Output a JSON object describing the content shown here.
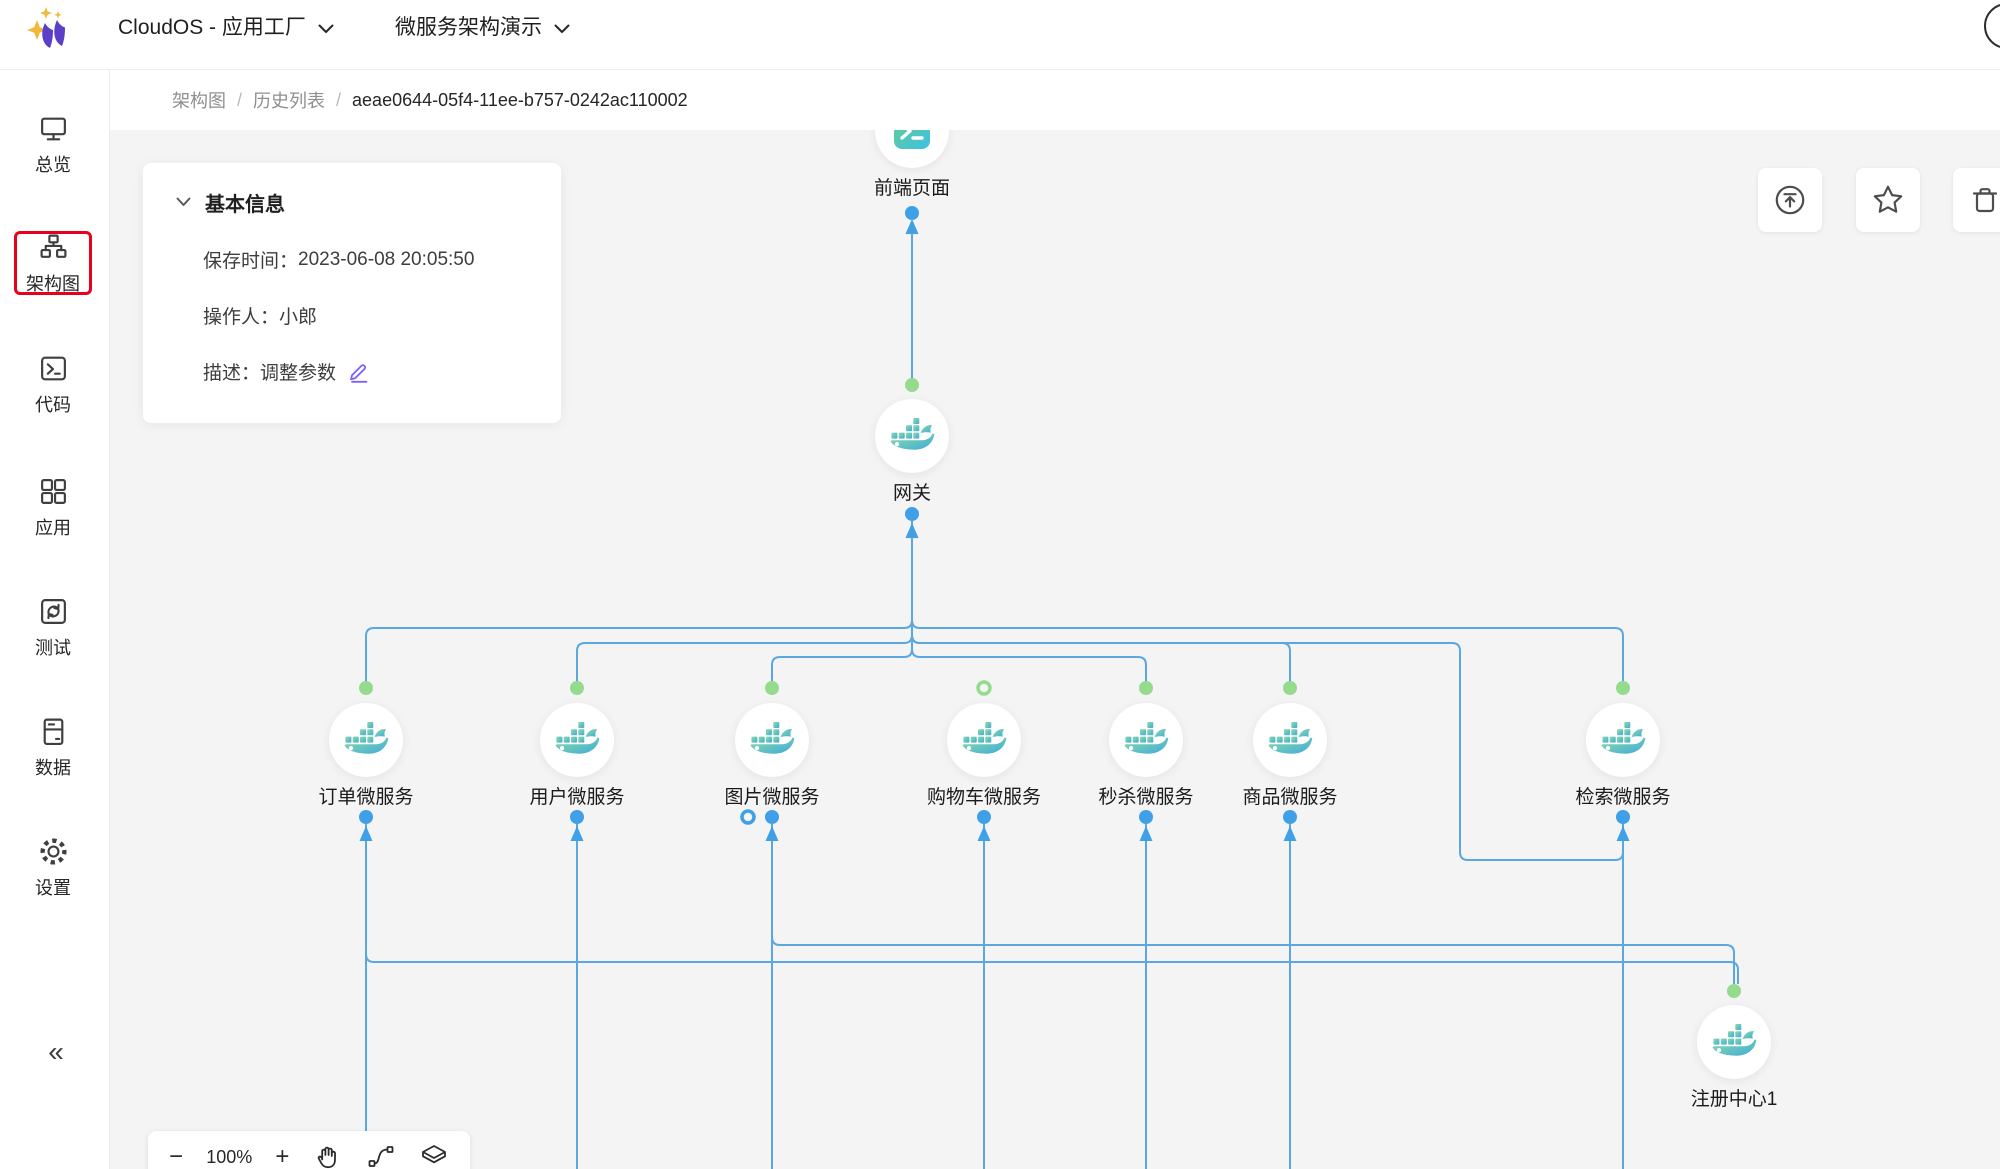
{
  "header": {
    "product_title": "CloudOS - 应用工厂",
    "workspace_title": "微服务架构演示",
    "logo_icon": "sparkle-logo"
  },
  "breadcrumb": [
    "架构图",
    "历史列表",
    "aeae0644-05f4-11ee-b757-0242ac110002"
  ],
  "sidebar": {
    "items": [
      {
        "id": "overview",
        "label": "总览",
        "icon": "monitor-icon",
        "active": false
      },
      {
        "id": "architecture",
        "label": "架构图",
        "icon": "org-chart-icon",
        "active": true
      },
      {
        "id": "code",
        "label": "代码",
        "icon": "terminal-icon",
        "active": false
      },
      {
        "id": "apps",
        "label": "应用",
        "icon": "grid-icon",
        "active": false
      },
      {
        "id": "test",
        "label": "测试",
        "icon": "refresh-icon",
        "active": false
      },
      {
        "id": "data",
        "label": "数据",
        "icon": "database-icon",
        "active": false
      },
      {
        "id": "settings",
        "label": "设置",
        "icon": "gear-icon",
        "active": false
      }
    ],
    "collapse_label": "«"
  },
  "info_card": {
    "title": "基本信息",
    "rows": [
      {
        "label": "保存时间：",
        "value": "2023-06-08 20:05:50",
        "editable": false
      },
      {
        "label": "操作人：",
        "value": "小郎",
        "editable": false
      },
      {
        "label": "描述：",
        "value": "调整参数",
        "editable": true
      }
    ]
  },
  "canvas_actions": [
    {
      "id": "publish",
      "icon": "upload-icon"
    },
    {
      "id": "favorite",
      "icon": "star-icon"
    },
    {
      "id": "delete",
      "icon": "trash-icon"
    }
  ],
  "diagram": {
    "nodes": [
      {
        "id": "frontend",
        "label": "前端页面",
        "icon": "terminal-app-icon"
      },
      {
        "id": "gateway",
        "label": "网关",
        "icon": "docker-icon"
      },
      {
        "id": "order",
        "label": "订单微服务",
        "icon": "docker-icon"
      },
      {
        "id": "user",
        "label": "用户微服务",
        "icon": "docker-icon"
      },
      {
        "id": "image",
        "label": "图片微服务",
        "icon": "docker-icon"
      },
      {
        "id": "cart",
        "label": "购物车微服务",
        "icon": "docker-icon"
      },
      {
        "id": "seckill",
        "label": "秒杀微服务",
        "icon": "docker-icon"
      },
      {
        "id": "product",
        "label": "商品微服务",
        "icon": "docker-icon"
      },
      {
        "id": "search",
        "label": "检索微服务",
        "icon": "docker-icon"
      },
      {
        "id": "registry",
        "label": "注册中心1",
        "icon": "docker-icon"
      }
    ]
  },
  "zoom_toolbar": {
    "zoom_out_label": "−",
    "zoom_level": "100%",
    "zoom_in_label": "+",
    "tools": [
      "hand-icon",
      "connector-icon",
      "layers-icon"
    ]
  },
  "colors": {
    "edge_blue": "#5AA7E2",
    "port_green": "#94DB8E",
    "port_blue": "#3FA0E8",
    "accent_purple": "#7B61FF",
    "logo_purple": "#5B3FC9",
    "logo_gold": "#F0B93C",
    "highlight_red": "#E8001C",
    "canvas_gray": "#F4F4F5"
  }
}
